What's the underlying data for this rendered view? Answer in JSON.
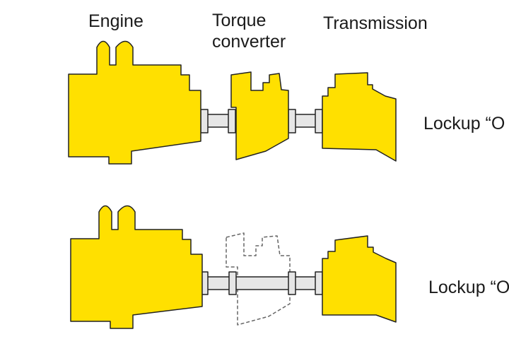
{
  "labels": {
    "engine": "Engine",
    "torque_line1": "Torque",
    "torque_line2": "converter",
    "transmission": "Transmission",
    "lockup_top": "Lockup “O",
    "lockup_bottom": "Lockup “O"
  },
  "colors": {
    "body_fill": "#ffe000",
    "outline": "#222222",
    "shaft_fill": "#e6e6e6",
    "dashed": "#666666"
  }
}
